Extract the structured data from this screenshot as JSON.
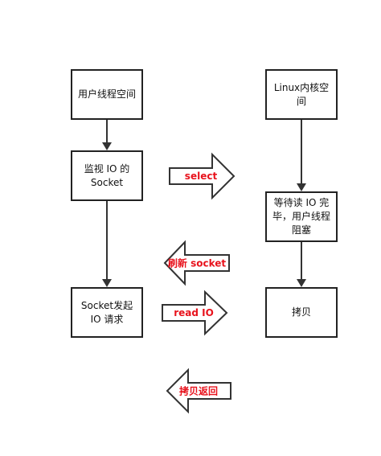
{
  "nodes": {
    "user_space": "用户线程空间",
    "kernel_space": "Linux内核空\n间",
    "monitor_socket": "监视 IO 的\nSocket",
    "wait_read": "等待读 IO 完\n毕，用户线程\n阻塞",
    "socket_request": "Socket发起\nIO 请求",
    "copy": "拷贝"
  },
  "arrows": {
    "select": "select",
    "refresh_socket": "刷新 socket",
    "read_io": "read IO",
    "copy_return": "拷贝返回"
  },
  "colors": {
    "label": "#e8121c",
    "stroke": "#222222"
  }
}
